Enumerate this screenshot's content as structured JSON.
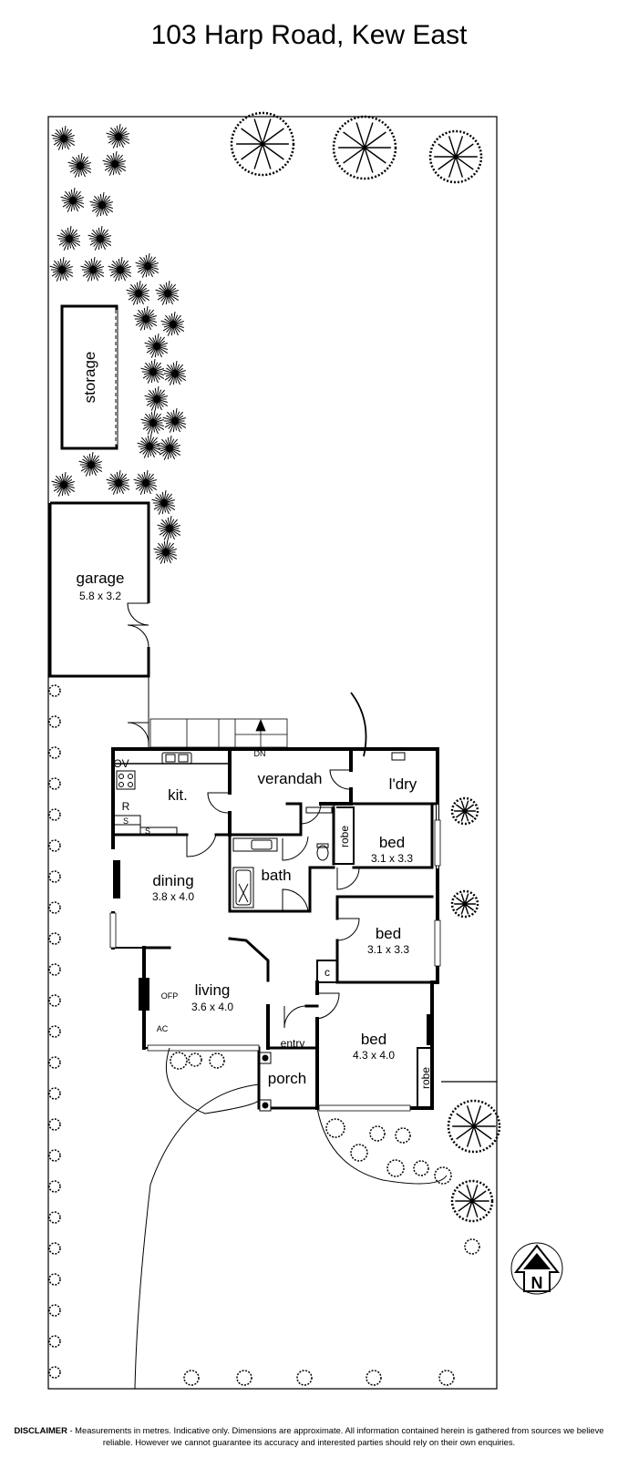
{
  "title": "103 Harp Road, Kew East",
  "rooms": {
    "storage": "storage",
    "garage": {
      "name": "garage",
      "dims": "5.8 x 3.2"
    },
    "verandah": "verandah",
    "dn": "DN",
    "kitchen": "kit.",
    "ov": "OV",
    "r": "R",
    "s1": "S",
    "s2": "S",
    "laundry": "l'dry",
    "robe1": "robe",
    "bed1": {
      "name": "bed",
      "dims": "3.1 x 3.3"
    },
    "dining": {
      "name": "dining",
      "dims": "3.8 x 4.0"
    },
    "bath": "bath",
    "bed2": {
      "name": "bed",
      "dims": "3.1 x 3.3"
    },
    "cupboard": "c",
    "living": {
      "name": "living",
      "dims": "3.6 x 4.0"
    },
    "ofp": "OFP",
    "ac": "AC",
    "entry": "entry",
    "porch": "porch",
    "bed3": {
      "name": "bed",
      "dims": "4.3 x 4.0"
    },
    "robe2": "robe"
  },
  "compass": {
    "label": "N"
  },
  "disclaimer": {
    "label": "DISCLAIMER",
    "text": " - Measurements in metres. Indicative only. Dimensions are approximate. All information contained herein is gathered from sources we believe reliable. However we cannot guarantee its accuracy and interested parties should rely on their own enquiries."
  }
}
